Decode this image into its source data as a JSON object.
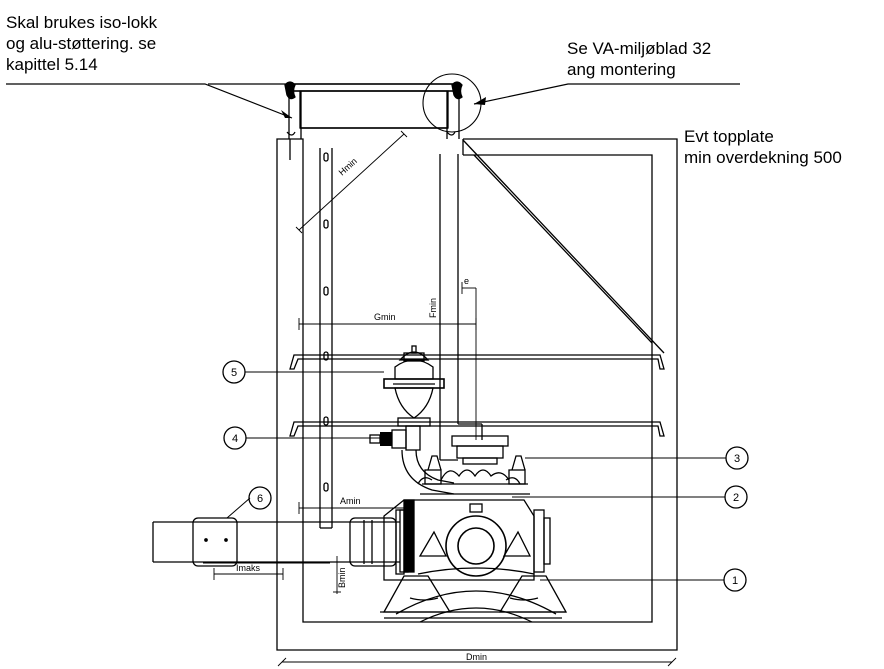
{
  "notes": {
    "lid_note": [
      "Skal brukes iso-lokk",
      "og alu-støttering. se",
      "kapittel 5.14"
    ],
    "mounting_note": [
      "Se VA-miljøblad 32",
      "ang montering"
    ],
    "top_plate_note": [
      "Evt topplate",
      "min overdekning 500"
    ]
  },
  "dimensions": {
    "hmin": "Hmin",
    "fmin": "Fmin",
    "e": "e",
    "gmin": "Gmin",
    "amin": "Amin",
    "imaks": "Imaks",
    "bmin": "Bmin",
    "dmin": "Dmin"
  },
  "callouts": [
    "1",
    "2",
    "3",
    "4",
    "5",
    "6"
  ],
  "colors": {
    "line": "#000000",
    "background": "#ffffff"
  }
}
